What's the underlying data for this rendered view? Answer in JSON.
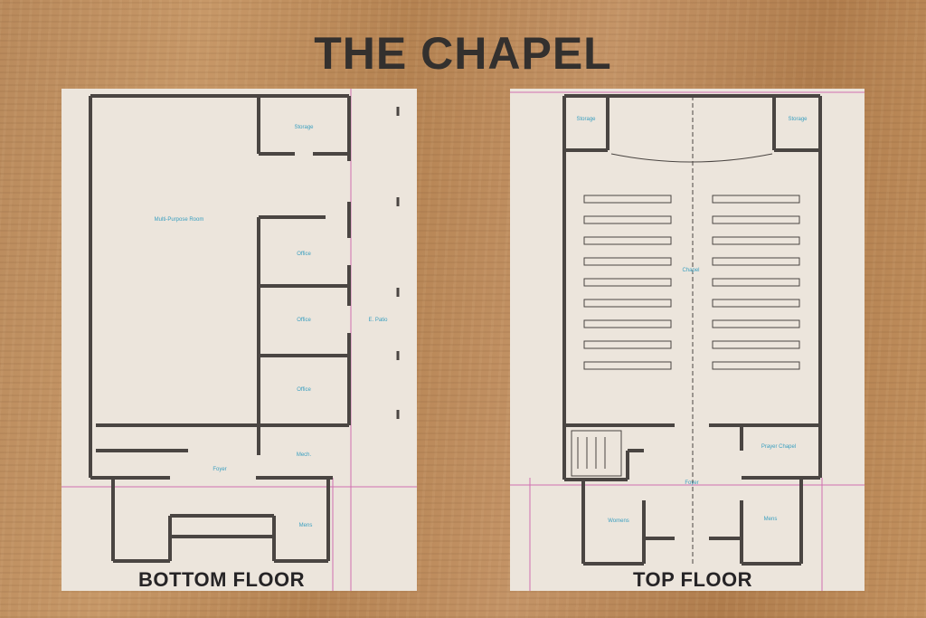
{
  "title": "THE CHAPEL",
  "bottom_floor": {
    "caption": "BOTTOM FLOOR",
    "rooms": {
      "multipurpose": "Multi-Purpose Room",
      "storage": "Storage",
      "office1": "Office",
      "office2": "Office",
      "office3": "Office",
      "patio": "E. Patio",
      "foyer": "Foyer",
      "mech": "Mech.",
      "mens": "Mens"
    }
  },
  "top_floor": {
    "caption": "TOP FLOOR",
    "rooms": {
      "storage_left": "Storage",
      "storage_right": "Storage",
      "chapel": "Chapel",
      "prayer_chapel": "Prayer Chapel",
      "foyer": "Foyer",
      "womens": "Womens",
      "mens": "Mens"
    }
  },
  "colors": {
    "wall": "#4a4542",
    "label": "#3a9fc0",
    "dimension": "#d070b0"
  }
}
